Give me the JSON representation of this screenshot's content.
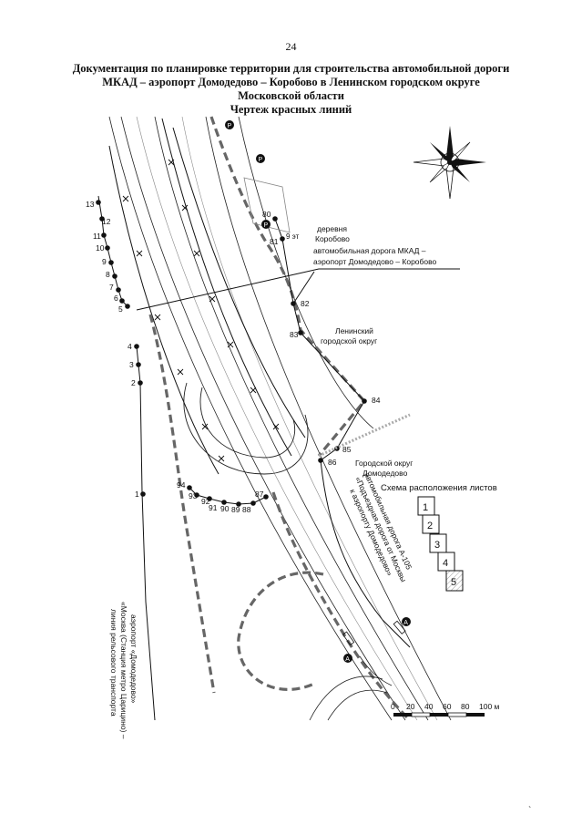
{
  "page_number": "24",
  "header": {
    "line1": "Документация по планировке территории для строительства автомобильной дороги",
    "line2": "МКАД – аэропорт Домодедово – Коробово в Ленинском городском округе",
    "line3": "Московской области",
    "line4": "Чертеж красных линий"
  },
  "labels": {
    "village": "деревня",
    "village_name": "Коробово",
    "road_line1": "автомобильная дорога МКАД –",
    "road_line2": "аэропорт Домодедово – Коробово",
    "district_line1": "Ленинский",
    "district_line2": "городской округ",
    "domodedovo_line1": "Городской округ",
    "domodedovo_line2": "Домодедово",
    "a105_line1": "автомобильная дорога А-105",
    "a105_line2": "«Подъездная дорога от Москвы",
    "a105_line3": "к аэропорту Домодедово»",
    "rail_line1": "линия рельсового транспорта",
    "rail_line2": "«Москва (Станция метро Царицино) –",
    "rail_line3": "аэропорт «Домодедово»",
    "building_floors": "9 эт"
  },
  "scheme": {
    "title": "Схема расположения листов",
    "sheets": [
      "1",
      "2",
      "3",
      "4",
      "5"
    ]
  },
  "scale": {
    "ticks": [
      "0",
      "20",
      "40",
      "60",
      "80",
      "100 м"
    ]
  },
  "points": {
    "left": [
      "13",
      "12",
      "11",
      "10",
      "9",
      "8",
      "7",
      "6",
      "5",
      "4",
      "3",
      "2",
      "1"
    ],
    "right": [
      "80",
      "81",
      "82",
      "83",
      "84",
      "85",
      "86",
      "87"
    ],
    "bottom": [
      "94",
      "93",
      "92",
      "91",
      "90",
      "89",
      "88"
    ]
  },
  "symbols": {
    "parking": "P",
    "bus": "A"
  },
  "footer_mark": "`"
}
